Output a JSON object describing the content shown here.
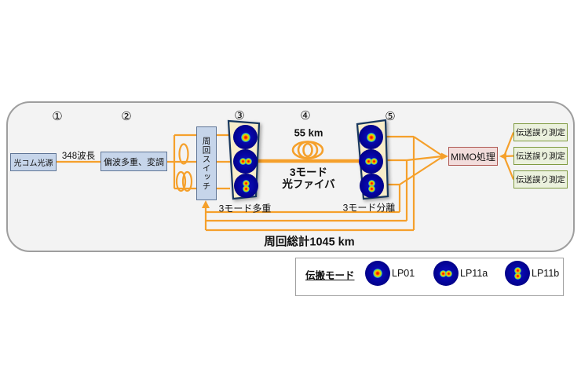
{
  "diagram": {
    "steps": [
      "①",
      "②",
      "③",
      "④",
      "⑤"
    ],
    "comb_source": "光コム光源",
    "wavelength_count": "348波長",
    "modulator": "偏波多重、変調",
    "loop_switch": "周回スイッチ",
    "mux_label": "3モード多重",
    "fiber_distance": "55 km",
    "fiber_name_line1": "3モード",
    "fiber_name_line2": "光ファイバ",
    "demux_label": "3モード分離",
    "mimo": "MIMO処理",
    "error_boxes": [
      "伝送誤り測定",
      "伝送誤り測定",
      "伝送誤り測定"
    ],
    "loop_total": "周回総計1045 km"
  },
  "legend": {
    "title": "伝搬モード",
    "modes": [
      {
        "label": "LP01",
        "pattern": "single-spot"
      },
      {
        "label": "LP11a",
        "pattern": "two-horizontal-spots"
      },
      {
        "label": "LP11b",
        "pattern": "two-vertical-spots"
      }
    ]
  },
  "colors": {
    "wire_orange": "#F5A02B",
    "box_blue_fill": "#C6D5EA",
    "box_blue_border": "#5F7596",
    "trapezoid_cream": "#F8EDCA",
    "trapezoid_border": "#17375E",
    "mimo_fill": "#F2DCDB",
    "mimo_border": "#B05A55",
    "error_fill": "#EBF1DD",
    "error_border": "#7F9A40",
    "mode_circle_navy": "#0505A2",
    "panel_fill": "#F3F3F3",
    "panel_border": "#9E9E9E"
  }
}
